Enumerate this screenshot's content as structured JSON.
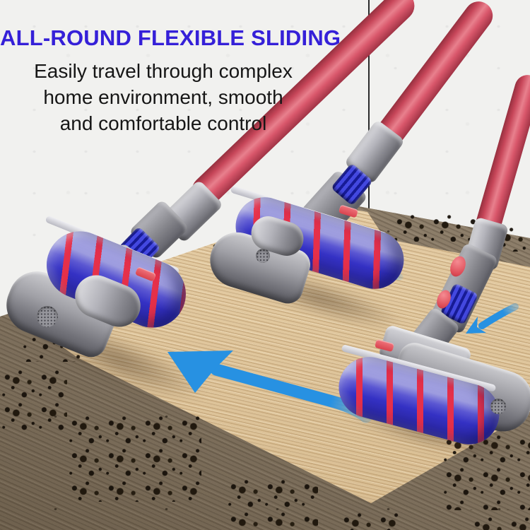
{
  "header": {
    "title": "ALL-ROUND FLEXIBLE SLIDING",
    "subtitle_lines": [
      "Easily travel through complex",
      "home environment, smooth",
      "and comfortable control"
    ]
  },
  "colors": {
    "background": "#f1f1ef",
    "title_blue": "#3520d8",
    "body_text": "#161616",
    "arrow_blue": "#2791e2",
    "pole_red": "#d5495c",
    "metal_gray": "#9a9aa0",
    "roller_blue": "#3431c4",
    "roller_lavender": "#a8a8e2",
    "roller_stripe_red": "#e5304a",
    "coil_blue": "#4348e0",
    "button_red": "#e4555e",
    "floor_clean": "#e2c9a0",
    "floor_dirty": "#8b7c68",
    "dirt_speck": "#17110a",
    "divider_line": "#2b2b2b"
  },
  "scene": {
    "vacuum_heads": [
      {
        "name": "vacuum-head-left",
        "direction": "gliding left"
      },
      {
        "name": "vacuum-head-middle",
        "direction": "moving left"
      },
      {
        "name": "vacuum-head-right",
        "direction": "moving down-left"
      }
    ],
    "arrows": [
      {
        "name": "big-sweep-arrow",
        "direction": "up-left"
      },
      {
        "name": "small-curve-arrow",
        "direction": "up-left"
      },
      {
        "name": "diagonal-arrow",
        "direction": "down-left"
      }
    ]
  }
}
